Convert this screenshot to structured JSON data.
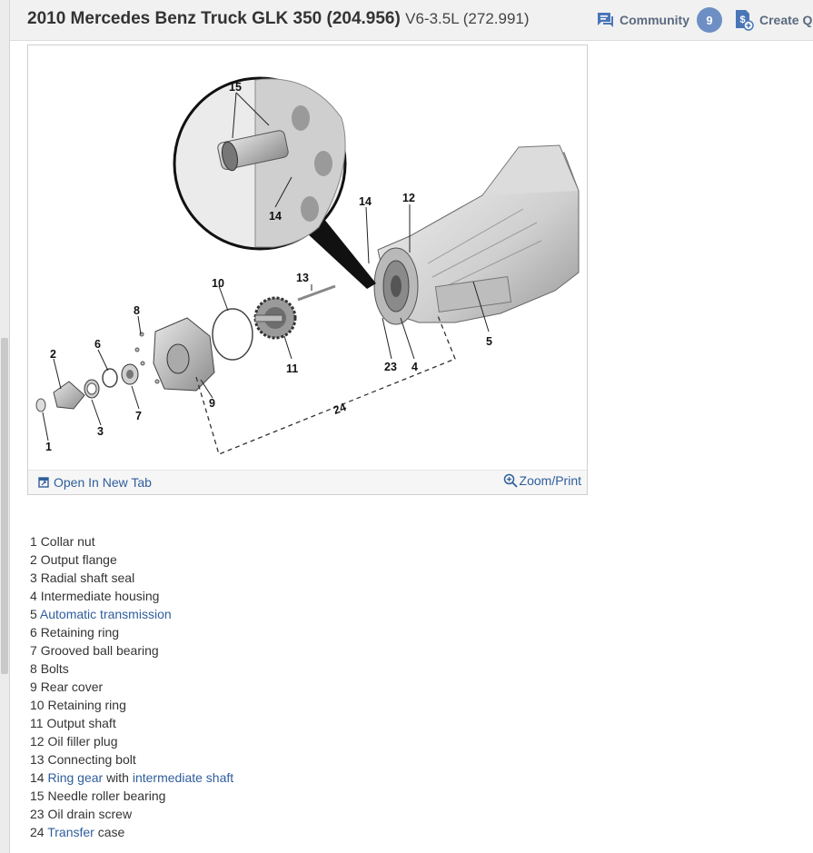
{
  "header": {
    "title_bold": "2010 Mercedes Benz Truck GLK 350 (204.956)",
    "title_engine": "V6-3.5L (272.991)",
    "community_label": "Community",
    "community_count": "9",
    "create_label": "Create Qu"
  },
  "diagram": {
    "callouts": {
      "c1": "1",
      "c2": "2",
      "c3": "3",
      "c4": "4",
      "c5": "5",
      "c6": "6",
      "c7": "7",
      "c8": "8",
      "c9": "9",
      "c10": "10",
      "c11": "11",
      "c12": "12",
      "c13": "13",
      "c14": "14",
      "c14b": "14",
      "c15": "15",
      "c23": "23",
      "c24": "24"
    },
    "open_tab_label": "Open In New Tab",
    "zoom_label": "Zoom/Print"
  },
  "legend": {
    "items": [
      {
        "num": "1",
        "pre": "Collar nut"
      },
      {
        "num": "2",
        "pre": "Output flange"
      },
      {
        "num": "3",
        "pre": "Radial shaft seal"
      },
      {
        "num": "4",
        "pre": "Intermediate housing"
      },
      {
        "num": "5",
        "link1": "Automatic transmission"
      },
      {
        "num": "6",
        "pre": "Retaining ring"
      },
      {
        "num": "7",
        "pre": "Grooved ball bearing"
      },
      {
        "num": "8",
        "pre": "Bolts"
      },
      {
        "num": "9",
        "pre": "Rear cover"
      },
      {
        "num": "10",
        "pre": "Retaining ring"
      },
      {
        "num": "11",
        "pre": "Output shaft"
      },
      {
        "num": "12",
        "pre": "Oil filler plug"
      },
      {
        "num": "13",
        "pre": "Connecting bolt"
      },
      {
        "num": "14",
        "link1": "Ring gear",
        "mid": "with",
        "link2": "intermediate shaft"
      },
      {
        "num": "15",
        "pre": "Needle roller bearing"
      },
      {
        "num": "23",
        "pre": "Oil drain screw"
      },
      {
        "num": "24",
        "link1": "Transfer",
        "post": "case"
      }
    ]
  }
}
